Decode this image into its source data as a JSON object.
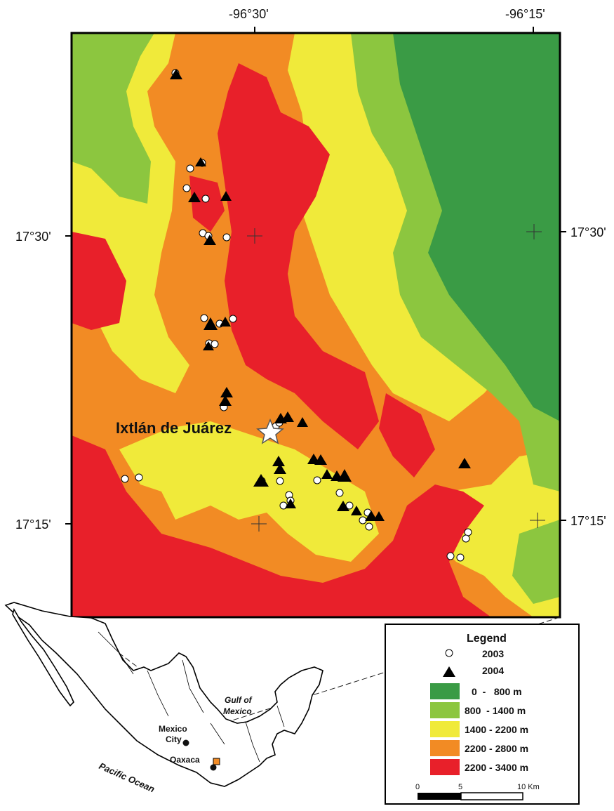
{
  "map": {
    "place_label": "Ixtlán de Juárez",
    "coords": {
      "top_left": "-96°30'",
      "top_right": "-96°15'",
      "left_upper": "17°30'",
      "right_upper": "17°30'",
      "left_lower": "17°15'",
      "right_lower": "17°15'"
    },
    "colors": {
      "band_0_800": "#3a9b45",
      "band_800_1400": "#8cc63f",
      "band_1400_2200": "#f0ea3a",
      "band_2200_2800": "#f28b24",
      "band_2800_3400": "#e8202a"
    }
  },
  "inset": {
    "mexico_city": "Mexico City",
    "oaxaca": "Oaxaca",
    "gulf_line1": "Gulf of",
    "gulf_line2": "Mexico",
    "pacific": "Pacific Ocean"
  },
  "legend": {
    "title": "Legend",
    "year_2003": "2003",
    "year_2004": "2004",
    "ranges": [
      "0  -   800 m",
      "800  - 1400 m",
      "1400 - 2200 m",
      "2200 - 2800 m",
      "2200 - 3400 m"
    ],
    "scale": {
      "zero": "0",
      "five": "5",
      "ten": "10 Km"
    }
  }
}
